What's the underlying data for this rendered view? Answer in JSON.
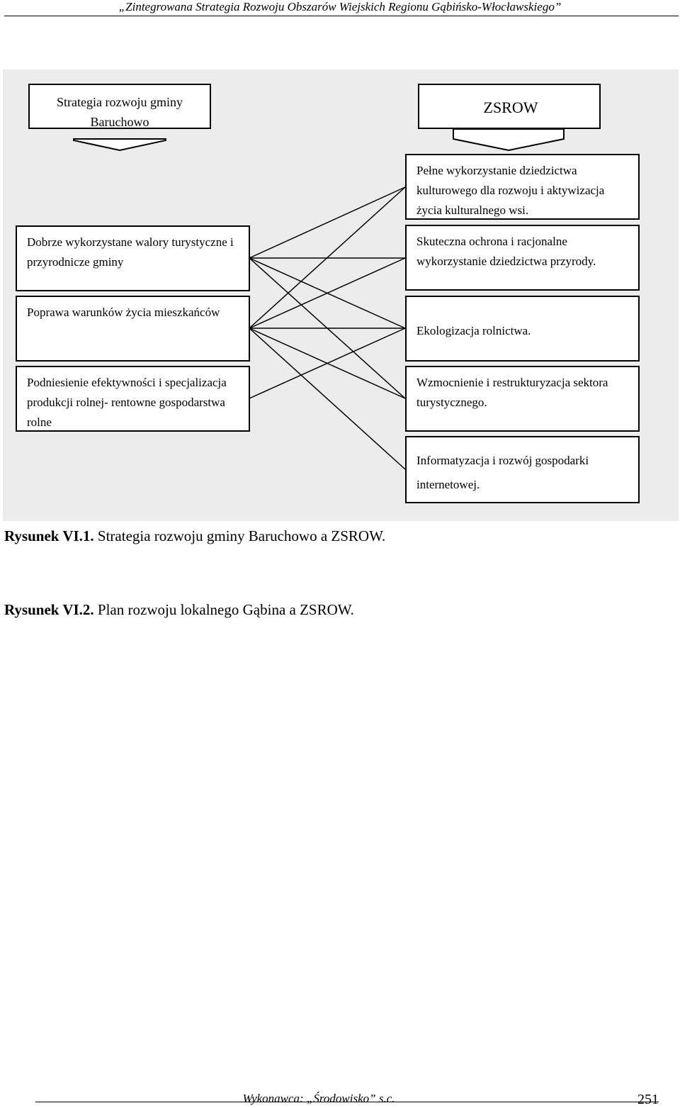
{
  "header": {
    "title": "„Zintegrowana Strategia Rozwoju Obszarów Wiejskich Regionu Gąbińsko-Włocławskiego”"
  },
  "diagram": {
    "left_header": "Strategia rozwoju gminy Baruchowo",
    "right_header": "ZSROW",
    "left_items": [
      "Dobrze wykorzystane walory turystyczne i przyrodnicze gminy",
      "Poprawa warunków życia mieszkańców",
      "Podniesienie efektywności i specjalizacja produkcji rolnej- rentowne gospodarstwa rolne"
    ],
    "right_items": [
      "Pełne wykorzystanie dziedzictwa kulturowego dla rozwoju i aktywizacja życia kulturalnego wsi.",
      "Skuteczna ochrona i racjonalne wykorzystanie dziedzictwa przyrody.",
      "Ekologizacja rolnictwa.",
      "Wzmocnienie i restrukturyzacja sektora turystycznego.",
      "Informatyzacja i rozwój gospodarki internetowej."
    ]
  },
  "captions": {
    "fig1_label": "Rysunek VI.1.",
    "fig1_text": " Strategia rozwoju gminy Baruchowo a ZSROW.",
    "fig2_label": "Rysunek VI.2.",
    "fig2_text": " Plan rozwoju lokalnego Gąbina a ZSROW."
  },
  "footer": {
    "text": "Wykonawca: „Środowisko” s.c.",
    "page_number": "251"
  }
}
